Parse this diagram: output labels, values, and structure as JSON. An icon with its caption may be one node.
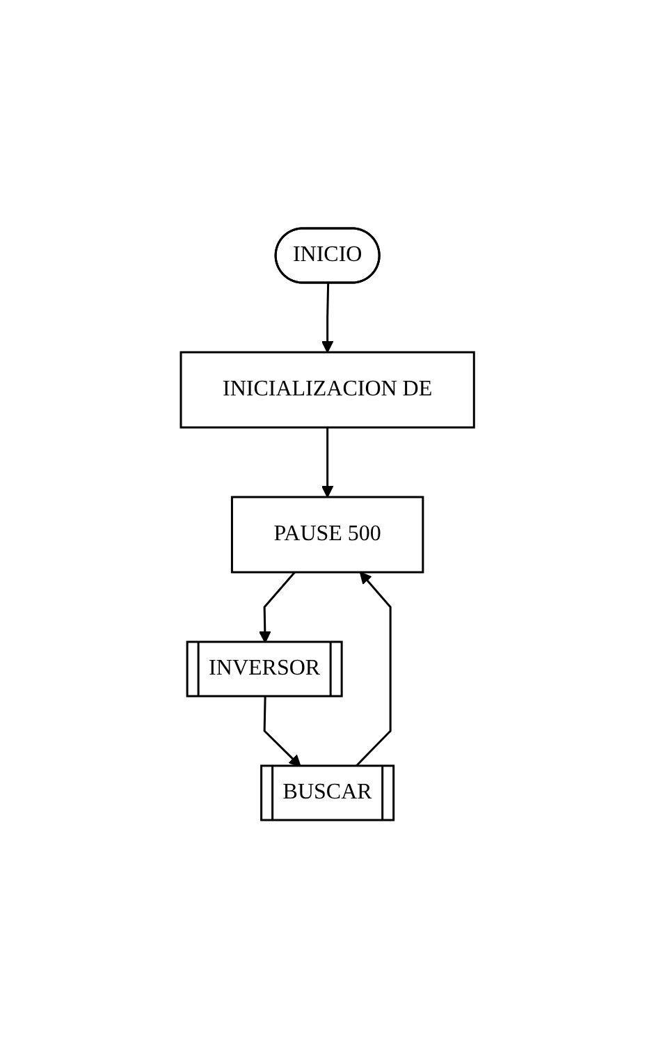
{
  "diagram": {
    "nodes": [
      {
        "text": [
          "INICIO"
        ]
      },
      {
        "text": [
          "INICIALIZACION DE"
        ]
      },
      {
        "text": [
          "PAUSE 500"
        ]
      },
      {
        "text": [
          "INVERSOR"
        ]
      },
      {
        "text": [
          "BUSCAR"
        ]
      }
    ],
    "edges": [
      {
        "from": 0,
        "to": 1,
        "arrow": "to"
      },
      {
        "from": 1,
        "to": 2,
        "arrow": "to"
      },
      {
        "from": 2,
        "to": 3,
        "arrow": "to"
      },
      {
        "from": 3,
        "to": 4,
        "arrow": "to"
      },
      {
        "from": 4,
        "to": 2,
        "arrow": "to"
      }
    ]
  }
}
